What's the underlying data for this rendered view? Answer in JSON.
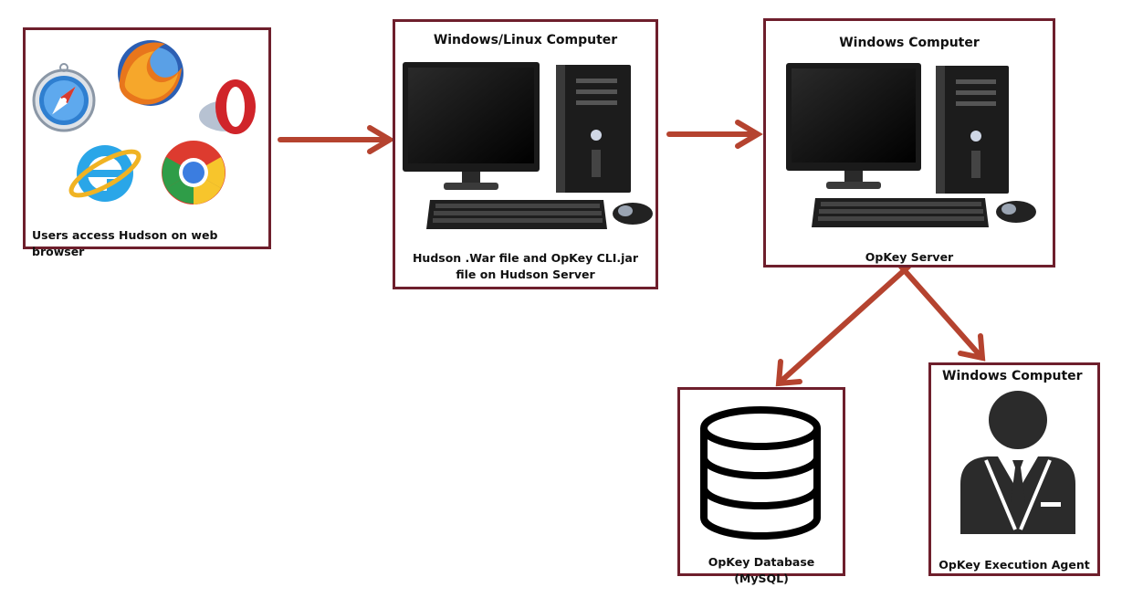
{
  "nodes": {
    "browsers": {
      "caption": "Users access Hudson on web browser",
      "icons": [
        "safari-icon",
        "firefox-icon",
        "opera-icon",
        "internet-explorer-icon",
        "chrome-icon"
      ]
    },
    "hudson": {
      "title": "Windows/Linux Computer",
      "caption_line1": "Hudson .War file and OpKey CLI.jar",
      "caption_line2": "file on Hudson Server"
    },
    "opkey_server": {
      "title": "Windows Computer",
      "caption": "OpKey Server"
    },
    "database": {
      "caption": "OpKey Database (MySQL)"
    },
    "agent": {
      "title": "Windows Computer",
      "caption": "OpKey Execution Agent"
    }
  },
  "colors": {
    "border": "#6e1f2c",
    "arrow": "#b5432f"
  }
}
